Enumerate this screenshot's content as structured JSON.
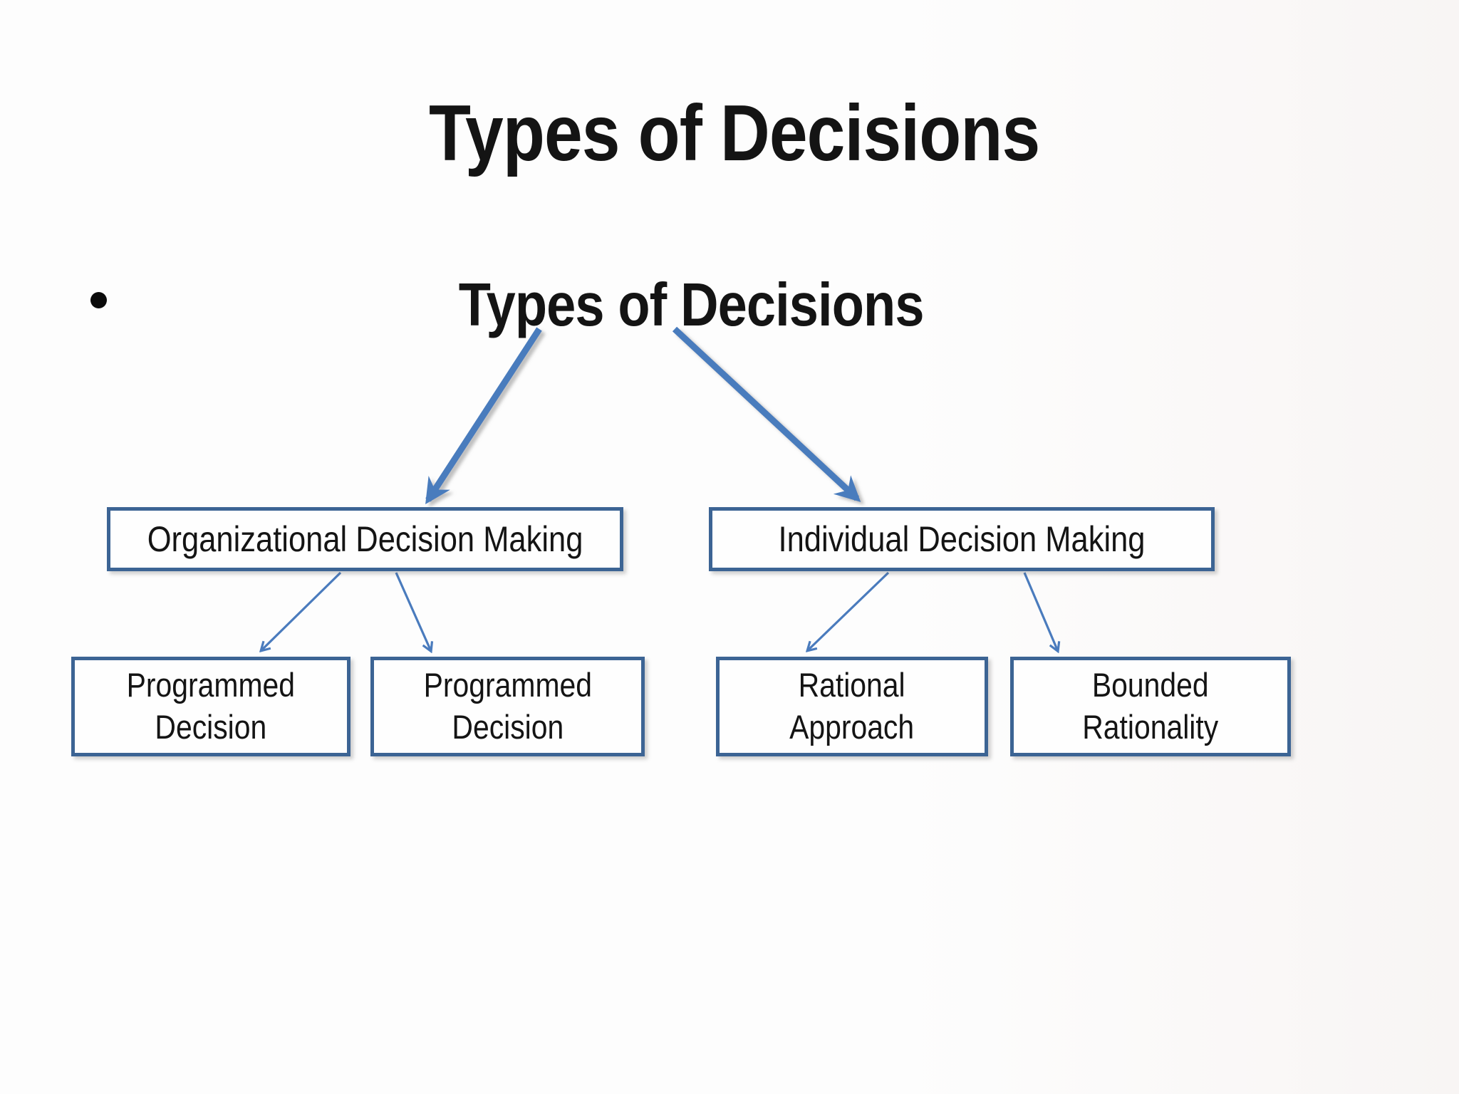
{
  "slide": {
    "title": "Types of Decisions",
    "bullet_heading": "Types of Decisions"
  },
  "diagram": {
    "branch_left": {
      "label": "Organizational Decision Making"
    },
    "branch_right": {
      "label": "Individual Decision Making"
    },
    "leaves": [
      {
        "label": "Programmed\nDecision"
      },
      {
        "label": "Programmed\nDecision"
      },
      {
        "label": "Rational\nApproach"
      },
      {
        "label": "Bounded\nRationality"
      }
    ]
  },
  "colors": {
    "arrow_blue": "#4a7bbd",
    "box_border": "#3c6494",
    "box_fill": "#fefefe",
    "text_black": "#141414",
    "background": "#fdfdfd"
  }
}
